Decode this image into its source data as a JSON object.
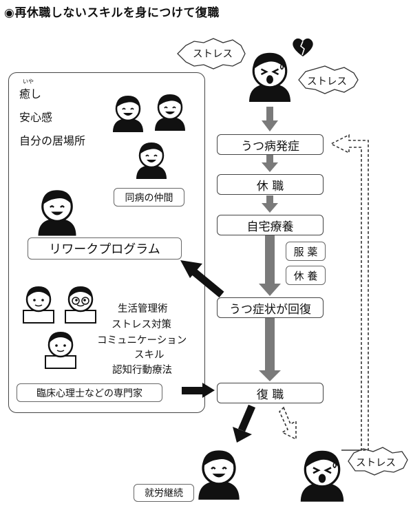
{
  "title": "◉再休職しないスキルを身につけて復職",
  "support": {
    "ruby": "いや",
    "items": [
      "癒し",
      "安心感",
      "自分の居場所"
    ],
    "peers_label": "同病の仲間",
    "rework_label": "リワークプログラム",
    "skills": [
      "生活管理術",
      "ストレス対策",
      "コミュニケーション",
      "スキル",
      "認知行動療法"
    ],
    "experts_label": "臨床心理士などの専門家"
  },
  "flow": {
    "steps": [
      "うつ病発症",
      "休 職",
      "自宅療養",
      "うつ症状が回復",
      "復 職"
    ],
    "treatments": [
      "服 薬",
      "休 養"
    ]
  },
  "stress": {
    "label": "ストレス"
  },
  "outcome": {
    "success_label": "就労継続"
  }
}
